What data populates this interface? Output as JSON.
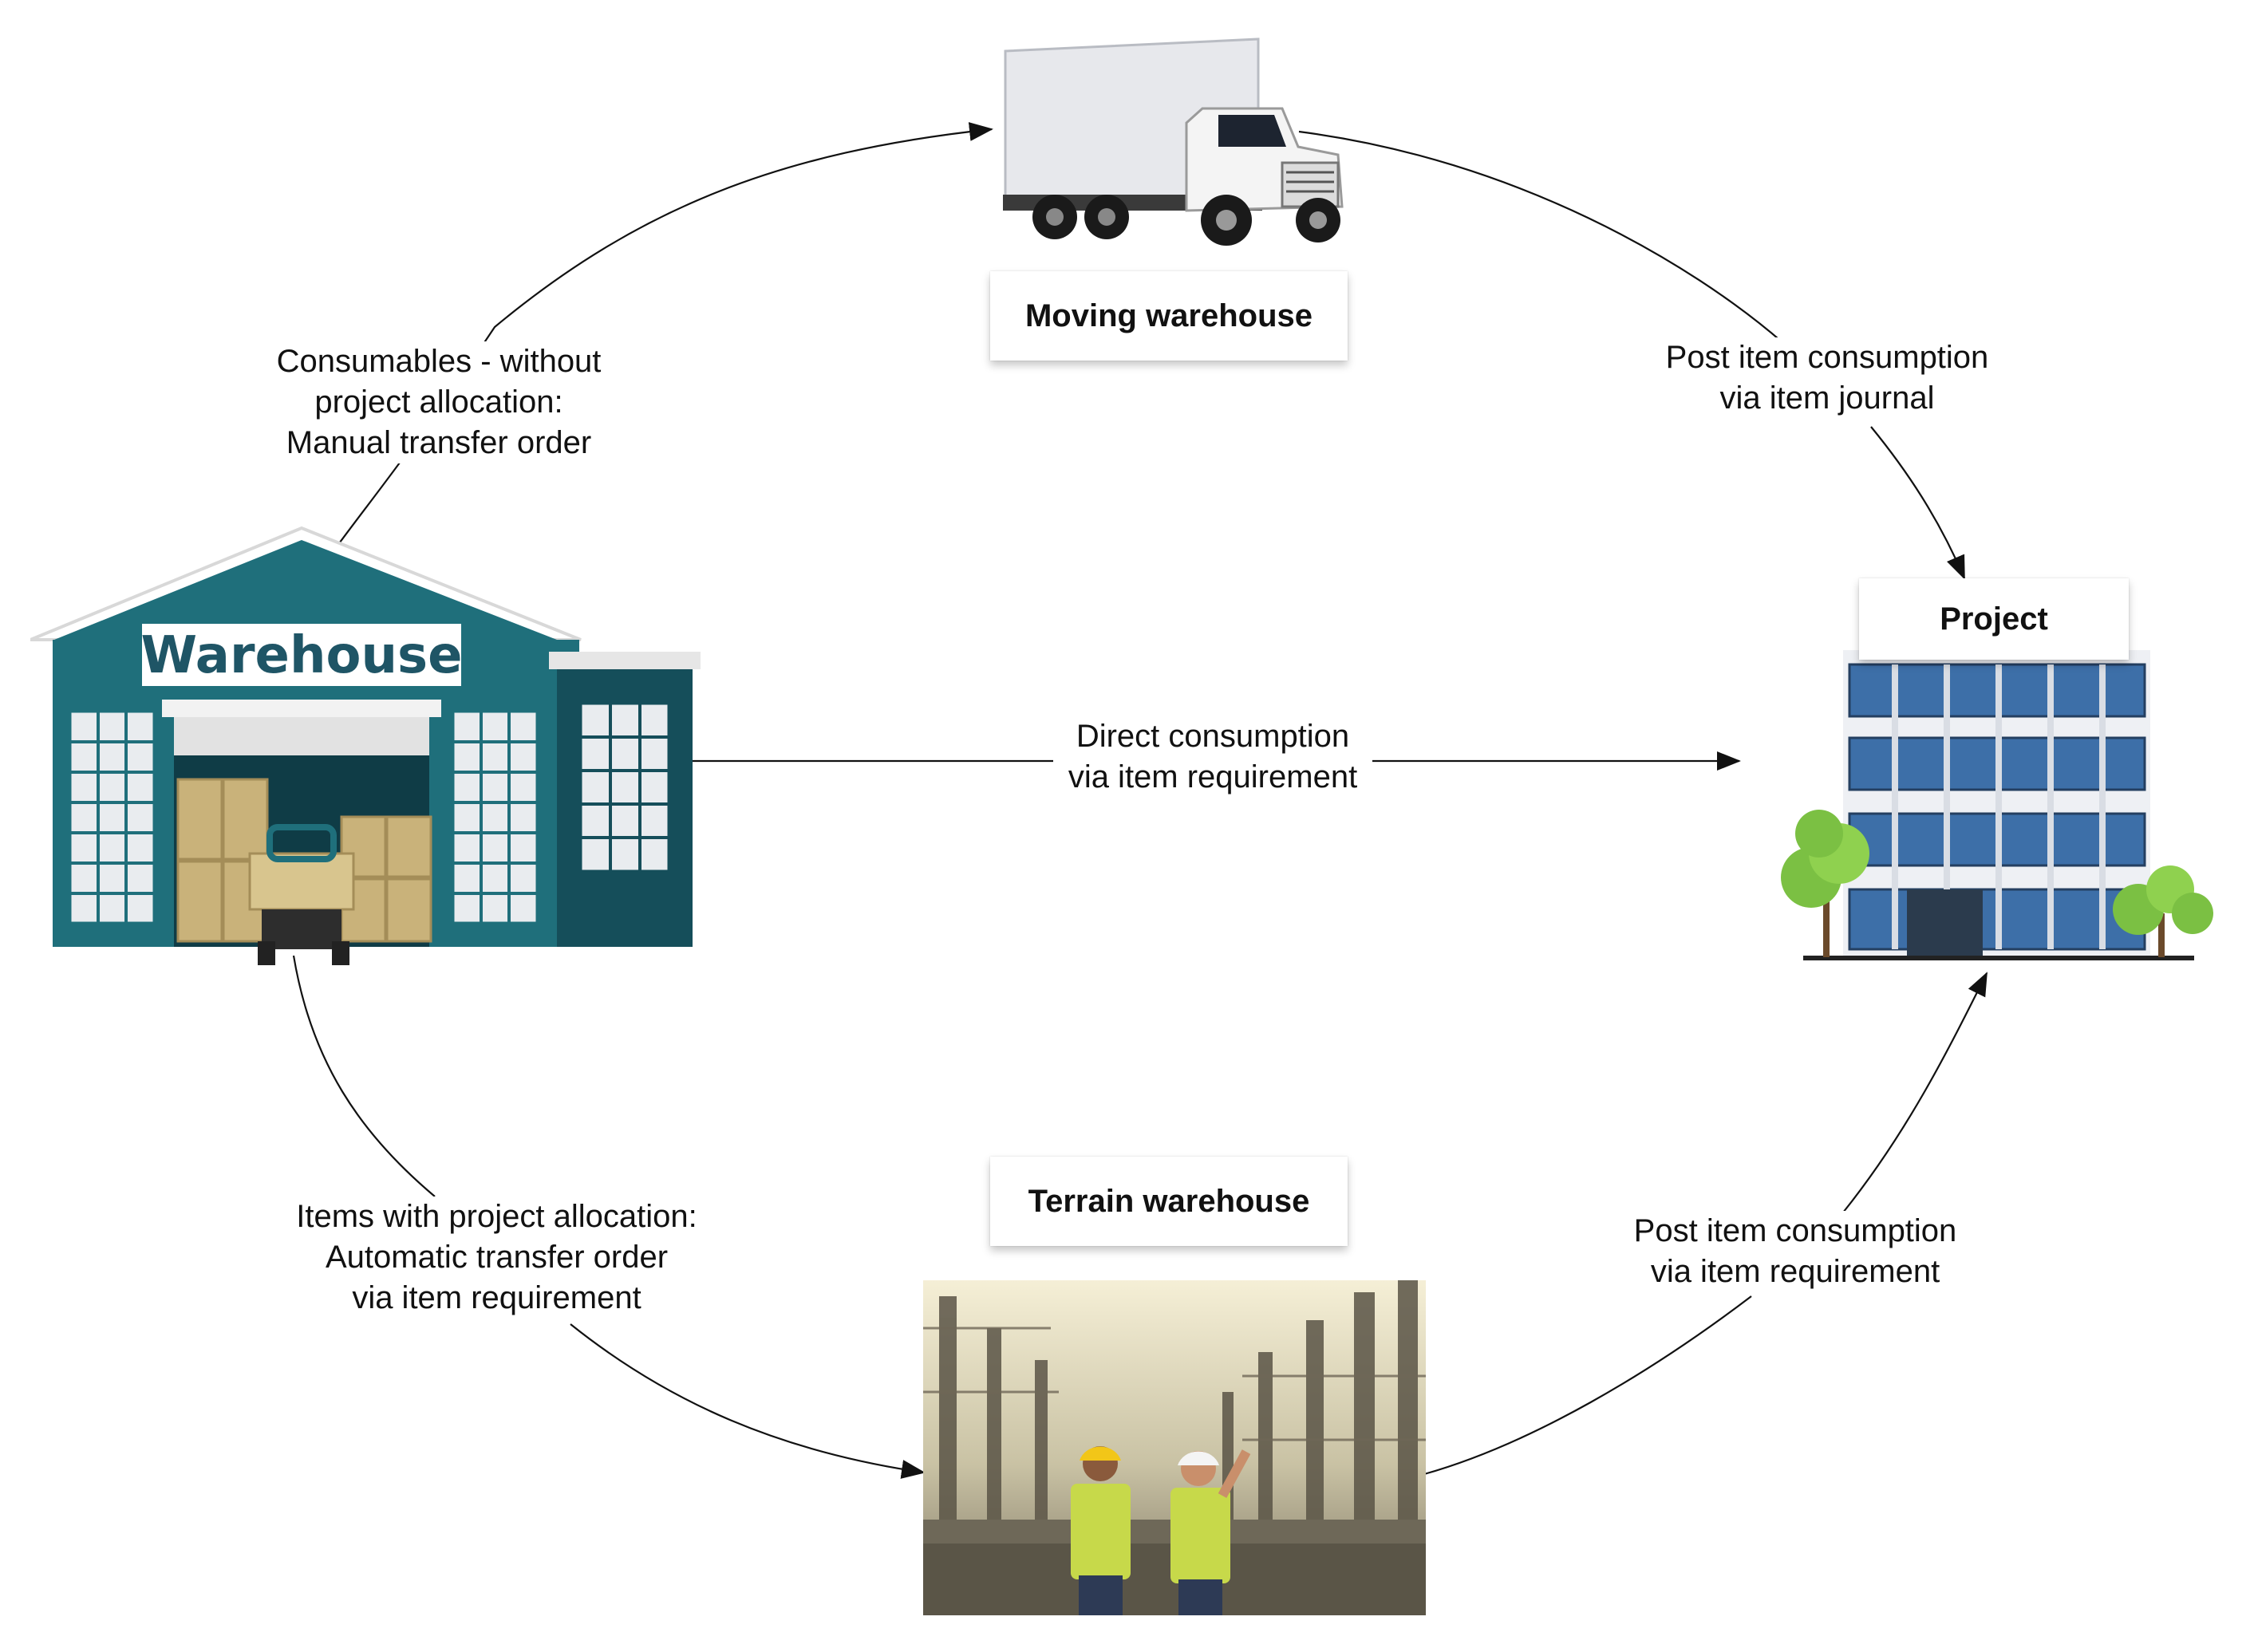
{
  "nodes": {
    "warehouse": {
      "sign_text": "Warehouse"
    },
    "moving_warehouse": {
      "label": "Moving warehouse"
    },
    "project": {
      "label": "Project"
    },
    "terrain_warehouse": {
      "label": "Terrain warehouse"
    }
  },
  "edges": {
    "warehouse_to_moving": {
      "lines": [
        "Consumables - without",
        "project allocation:",
        "Manual transfer order"
      ]
    },
    "moving_to_project": {
      "lines": [
        "Post item consumption",
        "via item journal"
      ]
    },
    "warehouse_to_project": {
      "lines": [
        "Direct consumption",
        "via item requirement"
      ]
    },
    "warehouse_to_terrain": {
      "lines": [
        "Items with project allocation:",
        "Automatic transfer order",
        "via item requirement"
      ]
    },
    "terrain_to_project": {
      "lines": [
        "Post item consumption",
        "via item requirement"
      ]
    }
  },
  "colors": {
    "warehouse_teal": "#1f6f7b",
    "warehouse_dark": "#154e5a",
    "arrow": "#111111",
    "tree_green": "#7bc043",
    "building_glass": "#3d6fa8"
  }
}
